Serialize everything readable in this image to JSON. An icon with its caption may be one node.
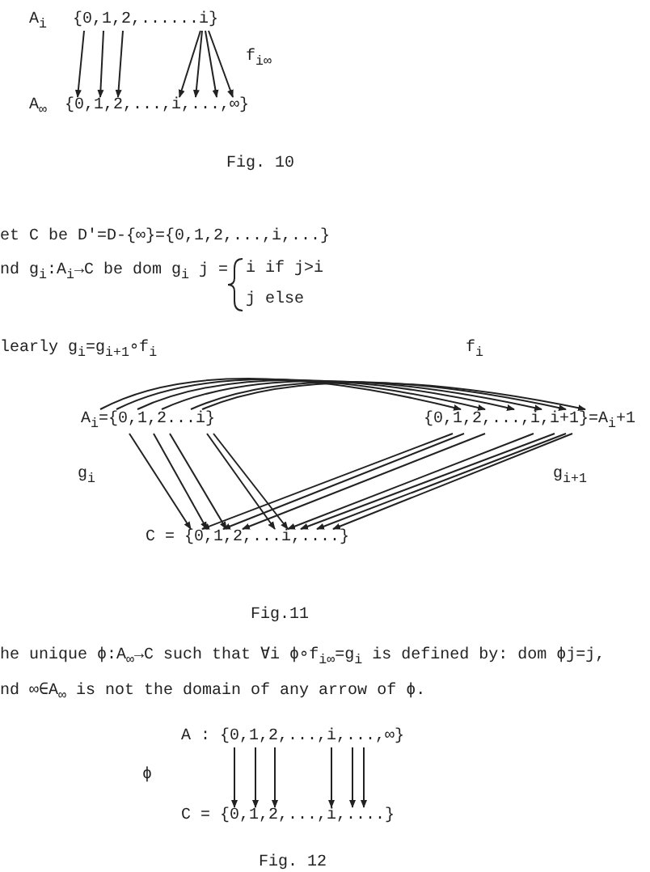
{
  "diagram": {
    "nodes": [
      {
        "text": [
          "{0,1,2,......i}"
        ],
        "beside": [
          "A$_{i}$"
        ]
      },
      {
        "text": [
          "{0,1,2,...,i,...,∞}"
        ],
        "beside": [
          "A$_{∞}$"
        ]
      },
      {
        "text": [
          "A$_{i}$={0,1,2...i}"
        ]
      },
      {
        "text": [
          "{0,1,2,...,i,i+1}=A$_{i}$+1"
        ]
      },
      {
        "text": [
          "C = {0,1,2,...i,....}"
        ]
      },
      {
        "text": [
          "A : {0,1,2,...,i,...,∞}"
        ]
      },
      {
        "text": [
          "C = {0,1,2,...,i,....}"
        ]
      }
    ],
    "edges": [
      {
        "from": 0,
        "to": 1,
        "arrow": "to"
      },
      {
        "from": 0,
        "to": 1,
        "arrow": "to"
      },
      {
        "from": 0,
        "to": 1,
        "arrow": "to"
      },
      {
        "from": 0,
        "to": 1,
        "arrow": "to"
      },
      {
        "from": 0,
        "to": 1,
        "arrow": "to"
      },
      {
        "from": 0,
        "to": 1,
        "arrow": "to"
      },
      {
        "from": 0,
        "to": 1,
        "arrow": "to"
      },
      {
        "from": 2,
        "to": 3,
        "arrow": "to"
      },
      {
        "from": 2,
        "to": 3,
        "arrow": "to"
      },
      {
        "from": 2,
        "to": 3,
        "arrow": "to"
      },
      {
        "from": 2,
        "to": 3,
        "arrow": "to"
      },
      {
        "from": 2,
        "to": 3,
        "arrow": "to"
      },
      {
        "from": 2,
        "to": 3,
        "arrow": "to"
      },
      {
        "from": 2,
        "to": 4,
        "arrow": "to"
      },
      {
        "from": 2,
        "to": 4,
        "arrow": "to"
      },
      {
        "from": 2,
        "to": 4,
        "arrow": "to"
      },
      {
        "from": 2,
        "to": 4,
        "arrow": "to"
      },
      {
        "from": 2,
        "to": 4,
        "arrow": "to"
      },
      {
        "from": 3,
        "to": 4,
        "arrow": "to"
      },
      {
        "from": 3,
        "to": 4,
        "arrow": "to"
      },
      {
        "from": 3,
        "to": 4,
        "arrow": "to"
      },
      {
        "from": 3,
        "to": 4,
        "arrow": "to"
      },
      {
        "from": 3,
        "to": 4,
        "arrow": "to"
      },
      {
        "from": 3,
        "to": 4,
        "arrow": "to"
      },
      {
        "from": 3,
        "to": 4,
        "arrow": "to"
      },
      {
        "from": 5,
        "to": 6,
        "arrow": "to"
      },
      {
        "from": 5,
        "to": 6,
        "arrow": "to"
      },
      {
        "from": 5,
        "to": 6,
        "arrow": "to"
      },
      {
        "from": 5,
        "to": 6,
        "arrow": "to"
      },
      {
        "from": 5,
        "to": 6,
        "arrow": "to"
      },
      {
        "from": 5,
        "to": 6,
        "arrow": "to"
      }
    ],
    "labels": [
      "f$_{i∞}$",
      "Fig. 10",
      "et C be D'=D-{∞}={0,1,2,...,i,...}",
      "nd g$_{i}$:A$_{i}$→C be dom g$_{i}$ j =",
      "i if j>i",
      "j else",
      "learly  g$_{i}$=g$_{i+1}$∘f$_{i}$",
      "f$_{i}$",
      "g$_{i}$",
      "g$_{i+1}$",
      "Fig.11",
      "he unique ϕ:A$_{∞}$→C such that ∀i ϕ∘f$_{i∞}$=g$_{i}$ is defined by: dom ϕj=j,",
      "nd ∞∈A$_{∞}$ is not the domain of any arrow of ϕ.",
      "ϕ",
      "Fig. 12"
    ]
  }
}
